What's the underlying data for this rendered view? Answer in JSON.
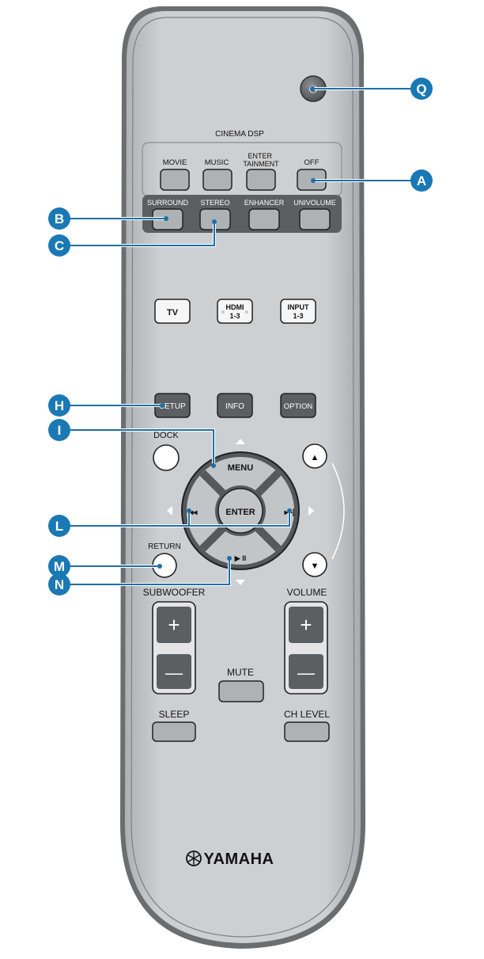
{
  "remote": {
    "cinema_dsp_label": "CINEMA DSP",
    "dsp_buttons": [
      "MOVIE",
      "MUSIC",
      "ENTER\nTAINMENT",
      "OFF"
    ],
    "mode_buttons": [
      "SURROUND",
      "STEREO",
      "ENHANCER",
      "UNIVOLUME"
    ],
    "input_buttons": [
      "TV",
      "HDMI\n1-3",
      "INPUT\n1-3"
    ],
    "menu_row_buttons": [
      "SETUP",
      "INFO",
      "OPTION"
    ],
    "dock_label": "DOCK",
    "menu_label": "MENU",
    "enter_label": "ENTER",
    "return_label": "RETURN",
    "subwoofer_label": "SUBWOOFER",
    "volume_label": "VOLUME",
    "mute_label": "MUTE",
    "sleep_label": "SLEEP",
    "ch_level_label": "CH LEVEL",
    "brand": "YAMAHA",
    "skip_back_symbol": "|◂◂",
    "skip_fwd_symbol": "▸▸|",
    "play_pause_symbol": "▶ II",
    "plus_symbol": "+",
    "minus_symbol": "—",
    "up_symbol": "▲",
    "down_symbol": "▼",
    "power_symbol": "⏻"
  },
  "callouts": [
    "Q",
    "A",
    "B",
    "C",
    "H",
    "I",
    "L",
    "M",
    "N"
  ],
  "colors": {
    "callout": "#1a78b4",
    "body": "#c6c9cb",
    "dark_button": "#5b5f62",
    "button": "#aeb2b5"
  }
}
